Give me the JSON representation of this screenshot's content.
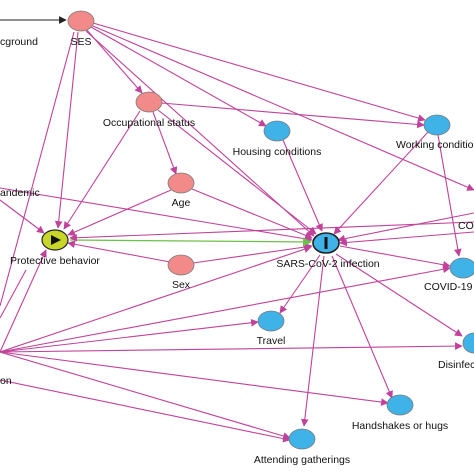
{
  "colors": {
    "adjusted": "#f28a8a",
    "ancestor_outcome": "#3fb3e8",
    "exposure": "#c8d62a",
    "outcome": "#3fb3e8",
    "edge": "#c0429a",
    "edge_causal": "#6cbf4a",
    "edge_black": "#222222",
    "node_stroke": "#7a7a7a"
  },
  "nodes": {
    "background": {
      "label": "cground"
    },
    "ses": {
      "label": "SES"
    },
    "occupational": {
      "label": "Occupational status"
    },
    "housing": {
      "label": "Housing conditions"
    },
    "working": {
      "label": "Working conditio"
    },
    "pandemic": {
      "label": "andemic"
    },
    "age": {
      "label": "Age"
    },
    "protective": {
      "label": "Protective behavior",
      "marker": "play-icon"
    },
    "sex": {
      "label": "Sex"
    },
    "infection": {
      "label": "SARS-CoV-2 infection",
      "marker": "outcome-icon"
    },
    "cov_right": {
      "label": "CO"
    },
    "covid19": {
      "label": "COVID-19"
    },
    "travel": {
      "label": "Travel"
    },
    "disinfection": {
      "label": "Disinfec"
    },
    "handshakes": {
      "label": "Handshakes or hugs"
    },
    "gatherings": {
      "label": "Attending gatherings"
    },
    "left_bottom": {
      "label": "on"
    }
  }
}
